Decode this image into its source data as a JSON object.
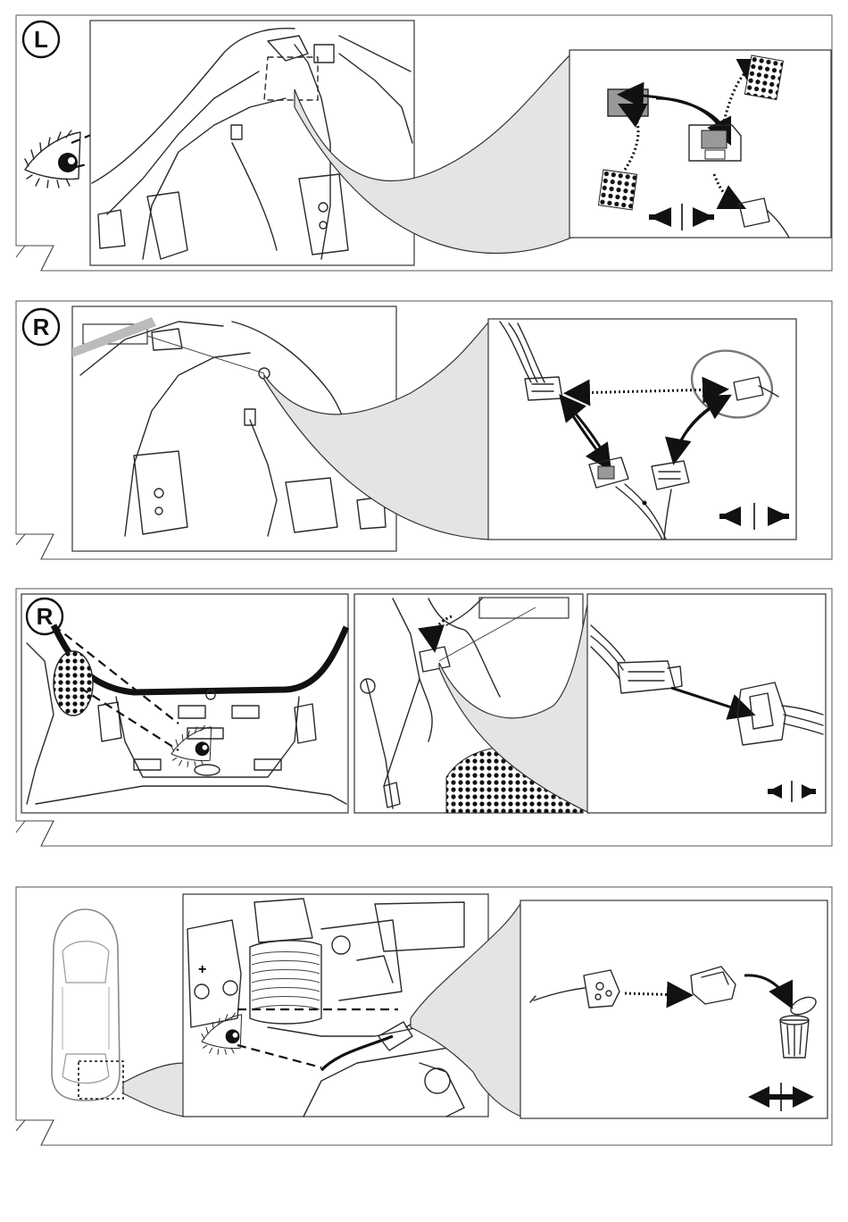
{
  "steps": [
    {
      "id": "step-1",
      "badge": "L",
      "label_box": ""
    },
    {
      "id": "step-2",
      "badge": "R",
      "label_box": ""
    },
    {
      "id": "step-3",
      "badge": "R",
      "label_box": ""
    },
    {
      "id": "step-4",
      "badge": "",
      "label_box": "",
      "battery_sign": "+"
    }
  ],
  "colors": {
    "line": "#2a2a2a",
    "callout": "#e4e4e4",
    "connector_gray": "#9a9a9a"
  },
  "icons": {
    "eye": "eye-icon",
    "connect": "connect-arrows-icon",
    "disconnect": "disconnect-arrows-icon",
    "trash": "trash-bin-icon",
    "car": "car-top-view-icon"
  }
}
